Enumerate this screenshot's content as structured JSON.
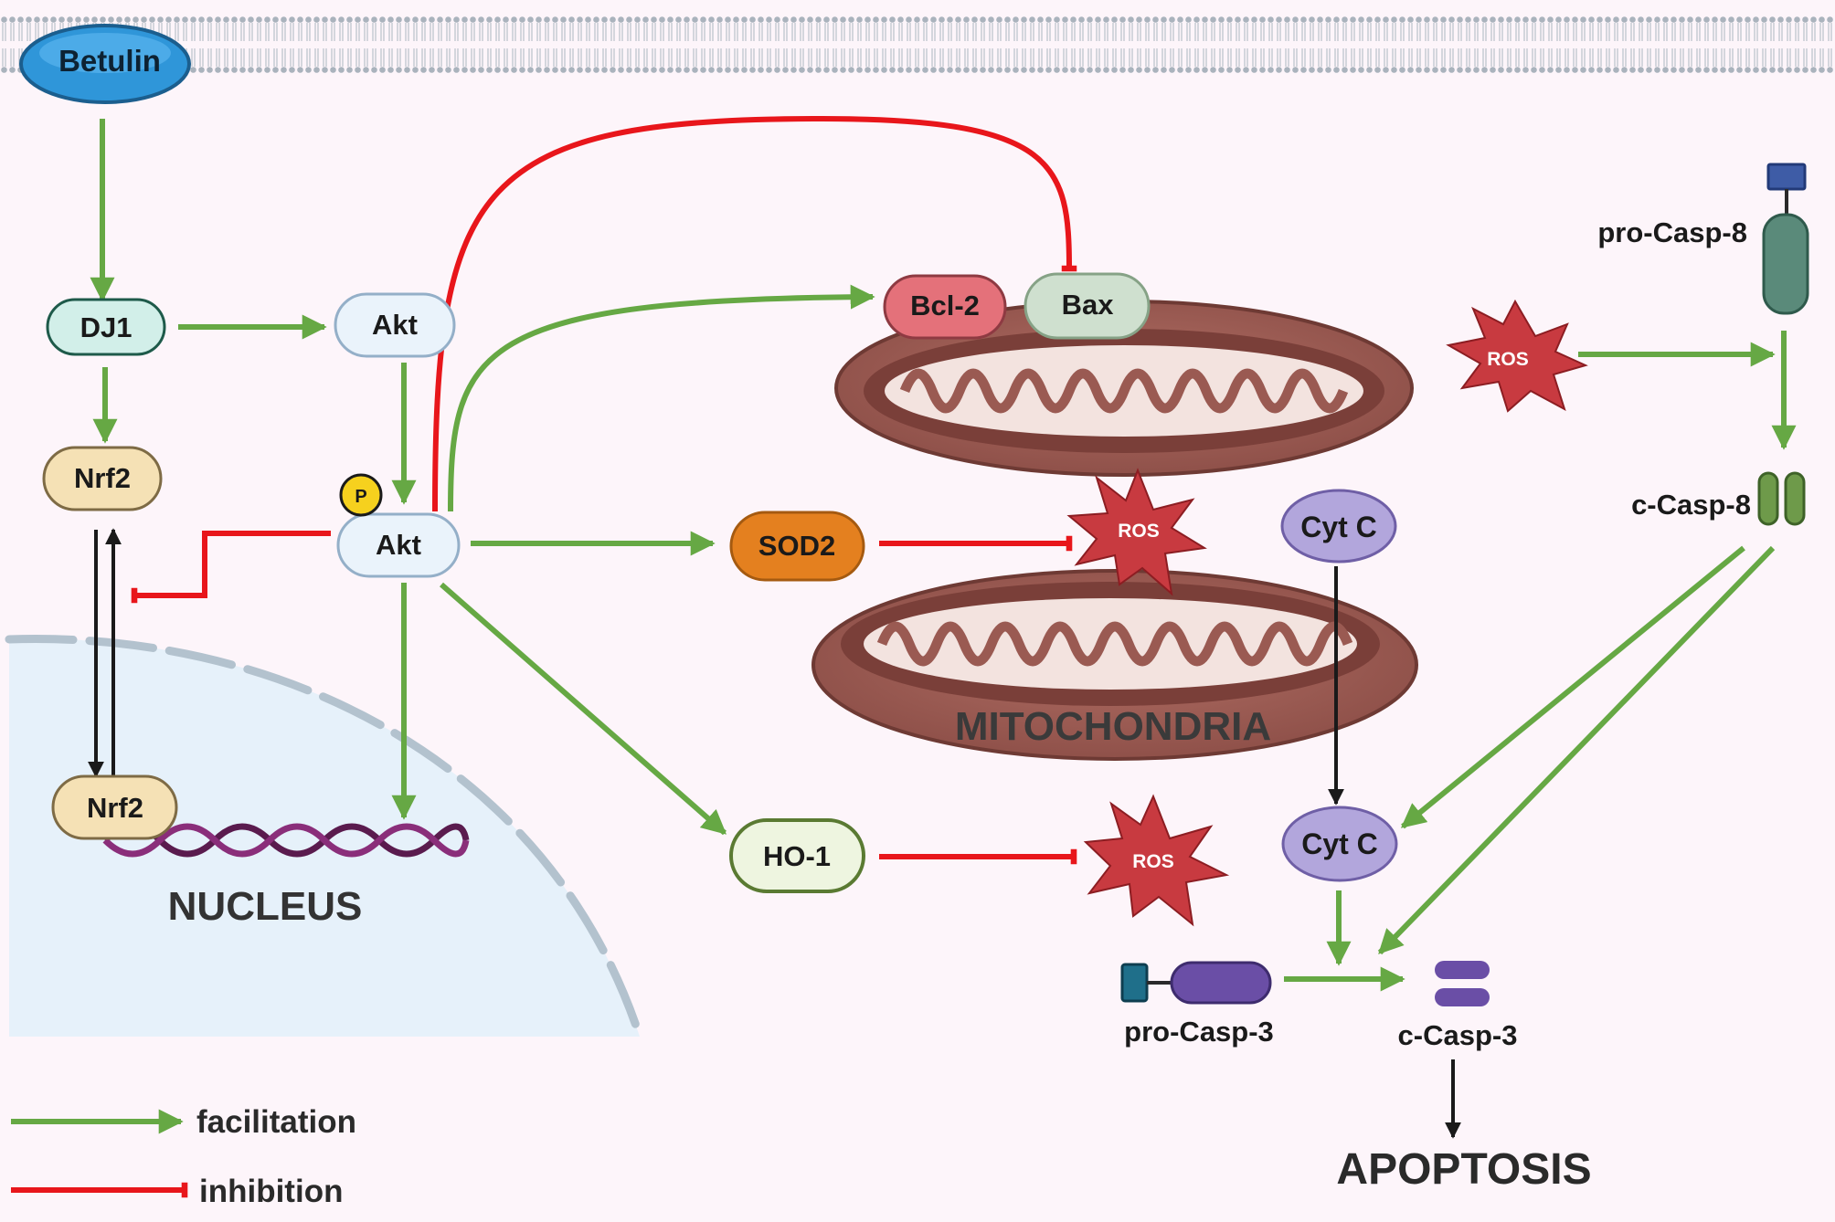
{
  "nodes": {
    "betulin": "Betulin",
    "dj1": "DJ1",
    "akt_top": "Akt",
    "nrf2_cyto": "Nrf2",
    "akt_p": "Akt",
    "phospho": "P",
    "nrf2_nuc": "Nrf2",
    "nucleus": "NUCLEUS",
    "bcl2": "Bcl-2",
    "bax": "Bax",
    "sod2": "SOD2",
    "ho1": "HO-1",
    "ros_mito": "ROS",
    "ros_ho1": "ROS",
    "ros_right": "ROS",
    "cytc_top": "Cyt C",
    "cytc_bottom": "Cyt C",
    "mitochondria": "MITOCHONDRIA",
    "pro_casp8": "pro-Casp-8",
    "c_casp8": "c-Casp-8",
    "pro_casp3": "pro-Casp-3",
    "c_casp3": "c-Casp-3",
    "apoptosis": "APOPTOSIS"
  },
  "legend": {
    "facilitation": "facilitation",
    "inhibition": "inhibition"
  },
  "colors": {
    "facilitation": "#66a844",
    "inhibition": "#e8161b",
    "neutral": "#1a1a1a",
    "background": "#fdf5fa",
    "ros": "#c83a40",
    "mito": "#9a5a52"
  }
}
